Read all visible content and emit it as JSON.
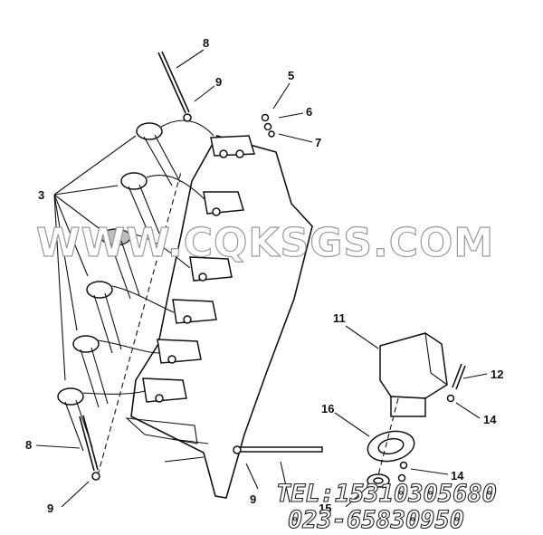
{
  "callouts": {
    "c3": "3",
    "c5": "5",
    "c6": "6",
    "c7": "7",
    "c8_top": "8",
    "c8_left": "8",
    "c9_top": "9",
    "c9_left": "9",
    "c9_bottom": "9",
    "c11": "11",
    "c12": "12",
    "c14_right": "14",
    "c14_lower": "14",
    "c15": "15",
    "c16": "16"
  },
  "watermark": {
    "site": "WWW.CQKSGS.COM",
    "tel": "TEL:15310305680",
    "phone": "023-65830950"
  }
}
